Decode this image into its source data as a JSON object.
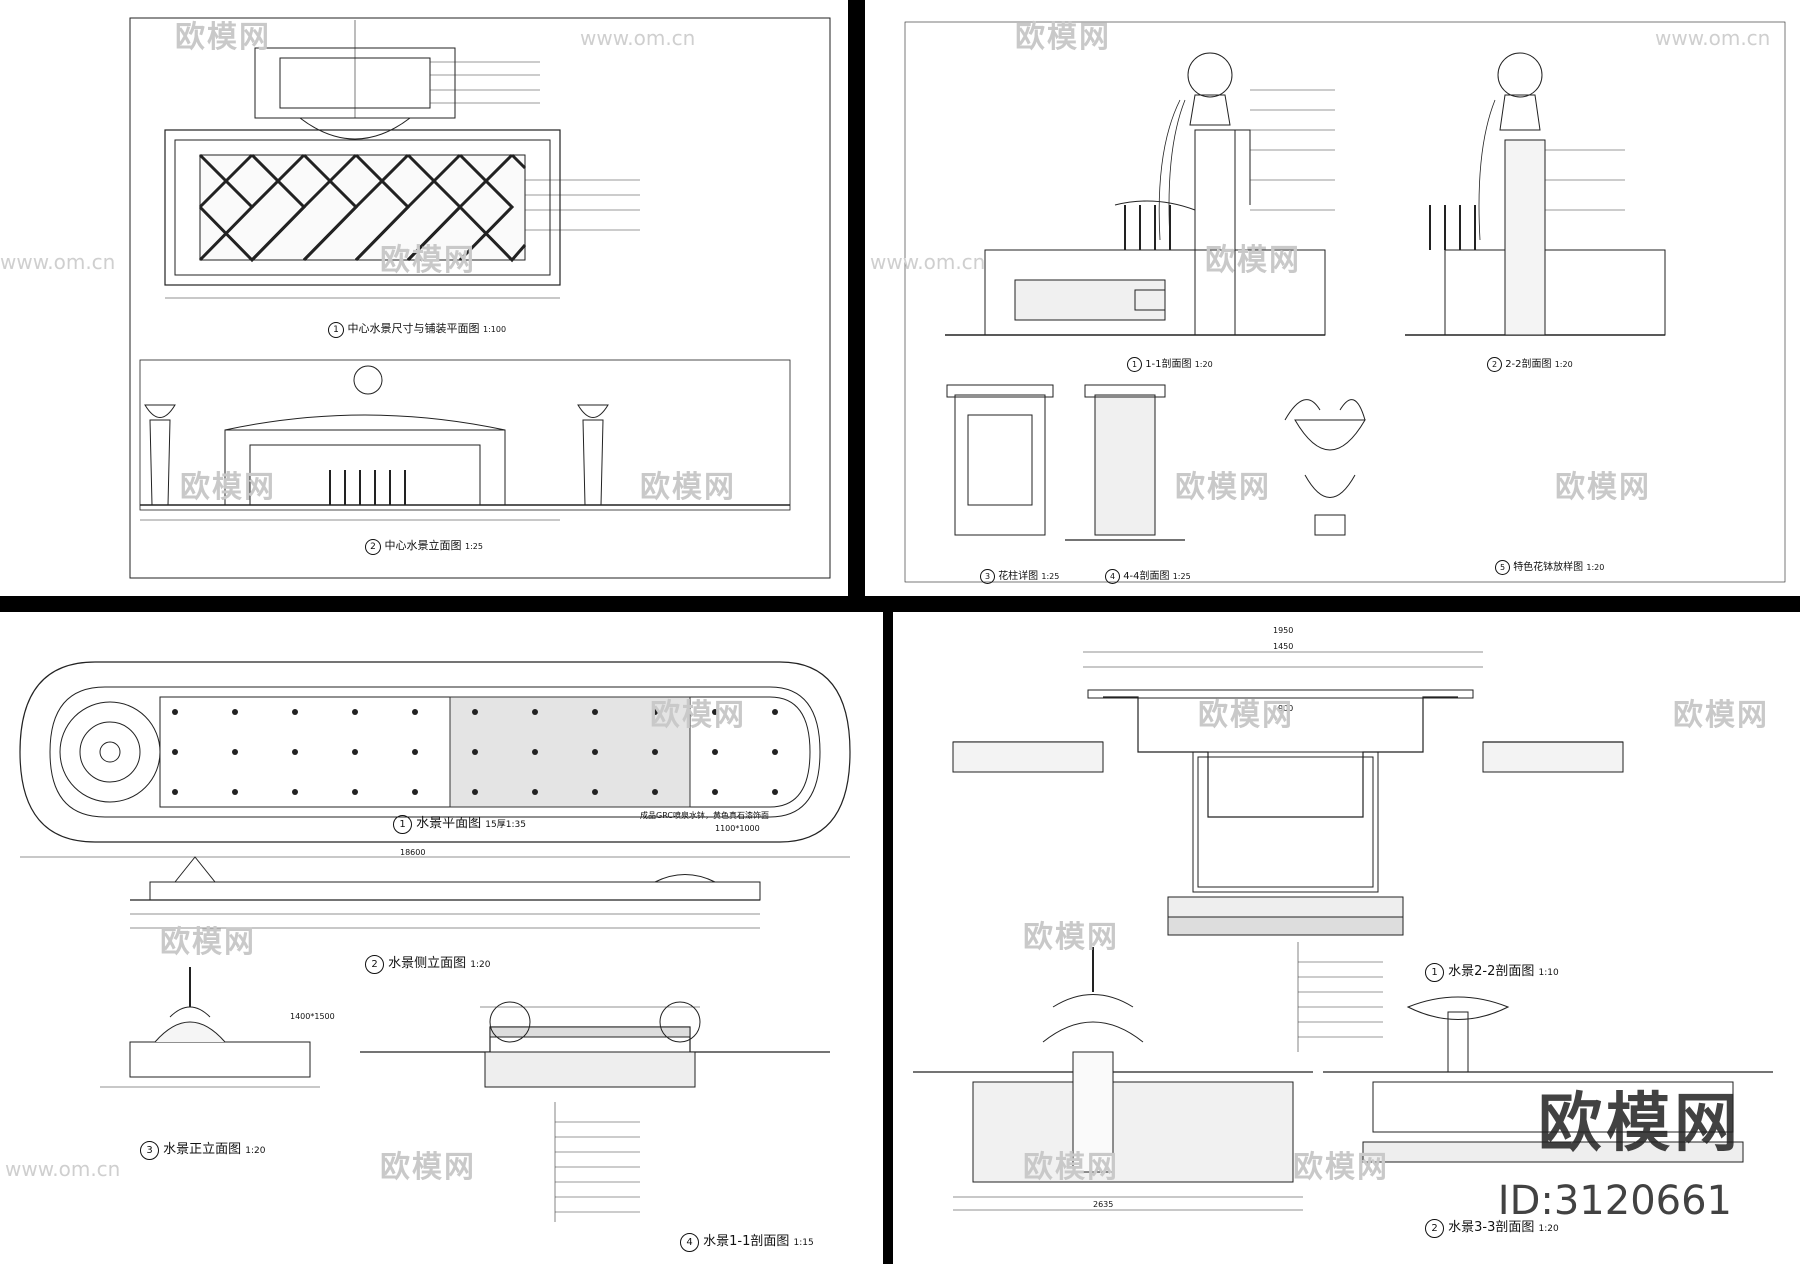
{
  "watermark": {
    "brand": "欧模网",
    "url": "www.om.cn",
    "id_label": "ID:3120661"
  },
  "sheets": {
    "tl": {
      "captions": [
        {
          "num": "1",
          "text": "中心水景尺寸与铺装平面图",
          "scale": "1:100"
        },
        {
          "num": "2",
          "text": "中心水景立面图",
          "scale": "1:25"
        }
      ]
    },
    "tr": {
      "captions": [
        {
          "num": "1",
          "text": "1-1剖面图",
          "scale": "1:20"
        },
        {
          "num": "2",
          "text": "2-2剖面图",
          "scale": "1:20"
        },
        {
          "num": "3",
          "text": "花柱详图",
          "scale": "1:25"
        },
        {
          "num": "4",
          "text": "4-4剖面图",
          "scale": "1:25"
        },
        {
          "num": "5",
          "text": "特色花钵放样图",
          "scale": "1:20"
        }
      ]
    },
    "bl": {
      "captions": [
        {
          "num": "1",
          "text": "水景平面图",
          "scale": "15厚1:35"
        },
        {
          "num": "2",
          "text": "水景侧立面图",
          "scale": "1:20"
        },
        {
          "num": "3",
          "text": "水景正立面图",
          "scale": "1:20"
        },
        {
          "num": "4",
          "text": "水景1-1剖面图",
          "scale": "1:15"
        }
      ],
      "labels": {
        "product": "成品GRC喷泉水钵，黄色真石漆饰面",
        "size1": "1100*1000",
        "size2": "1400*1500",
        "dim": "18600"
      }
    },
    "br": {
      "captions": [
        {
          "num": "1",
          "text": "水景2-2剖面图",
          "scale": "1:10"
        },
        {
          "num": "2",
          "text": "水景3-3剖面图",
          "scale": "1:20"
        }
      ],
      "labels": {
        "dim1": "1950",
        "dim2": "1450",
        "dim3": "900",
        "dim4": "2635"
      }
    }
  }
}
